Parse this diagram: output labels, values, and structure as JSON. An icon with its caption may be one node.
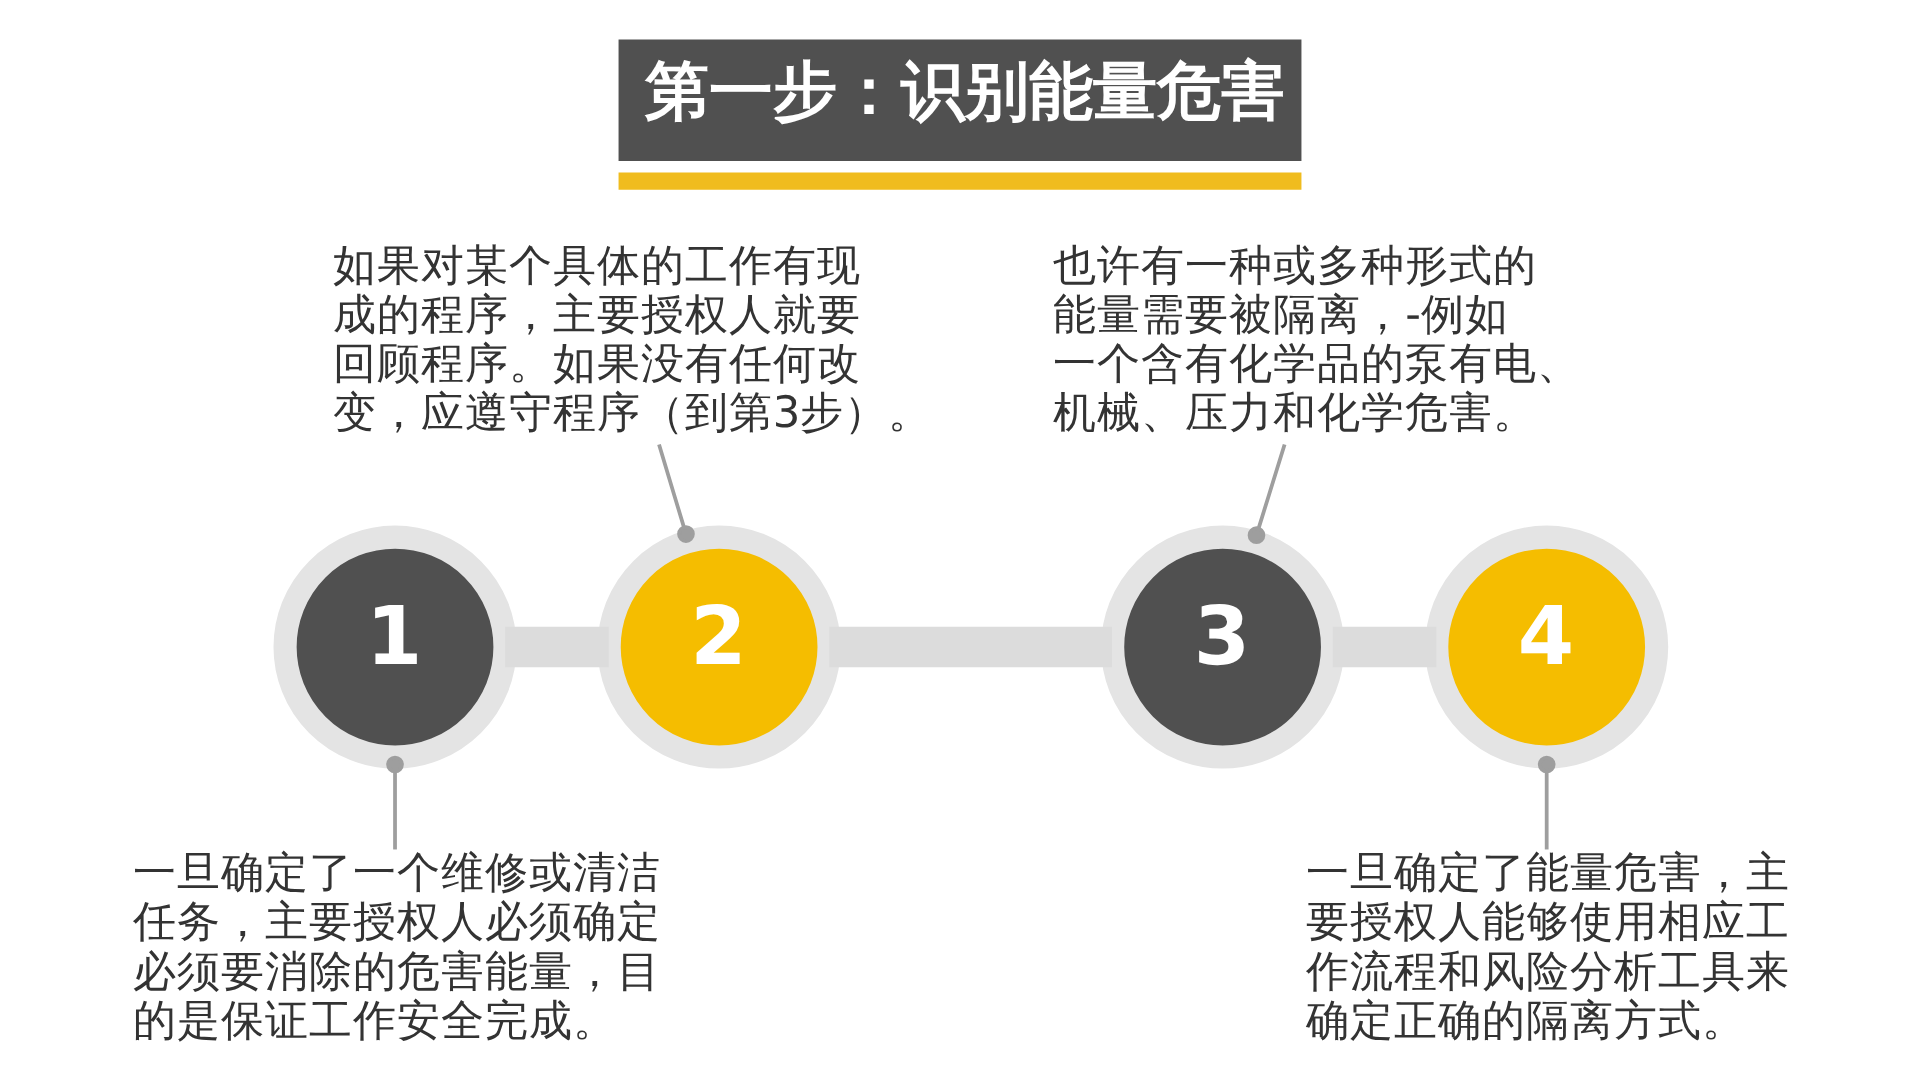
{
  "diagram": {
    "title": "第一步：识别能量危害",
    "nodes": [
      {
        "text": [
          "如果对某个具体的工作有现成的程序，主要授权人就要回顾程序。如果没有任何改变，应遵守程序（到第3步）。"
        ]
      },
      {
        "text": [
          "也许有一种或多种形式的能量需要被隔离，-例如一个含有化学品的泵有电、机械、压力和化学危害。"
        ]
      },
      {
        "text": [
          "1"
        ]
      },
      {
        "text": [
          "2"
        ]
      },
      {
        "text": [
          "3"
        ]
      },
      {
        "text": [
          "4"
        ]
      },
      {
        "text": [
          "一旦确定了一个维修或清洁任务，主要授权人必须确定必须要消除的危害能量，目的是保证工作安全完成。"
        ]
      },
      {
        "text": [
          "一旦确定了能量危害，主要授权人能够使用相应工作流程和风险分析工具来确定正确的隔离方式。"
        ]
      }
    ],
    "edges": [
      {
        "from": 0,
        "to": 3,
        "arrow": "other"
      },
      {
        "from": 1,
        "to": 4,
        "arrow": "other"
      },
      {
        "from": 2,
        "to": 3,
        "arrow": "none",
        "style": "thick",
        "color": "#dcdcdc"
      },
      {
        "from": 3,
        "to": 4,
        "arrow": "none",
        "style": "thick",
        "color": "#dcdcdc"
      },
      {
        "from": 4,
        "to": 5,
        "arrow": "none",
        "style": "thick",
        "color": "#dcdcdc"
      },
      {
        "from": 6,
        "to": 2,
        "arrow": "other"
      },
      {
        "from": 7,
        "to": 5,
        "arrow": "other"
      }
    ]
  }
}
